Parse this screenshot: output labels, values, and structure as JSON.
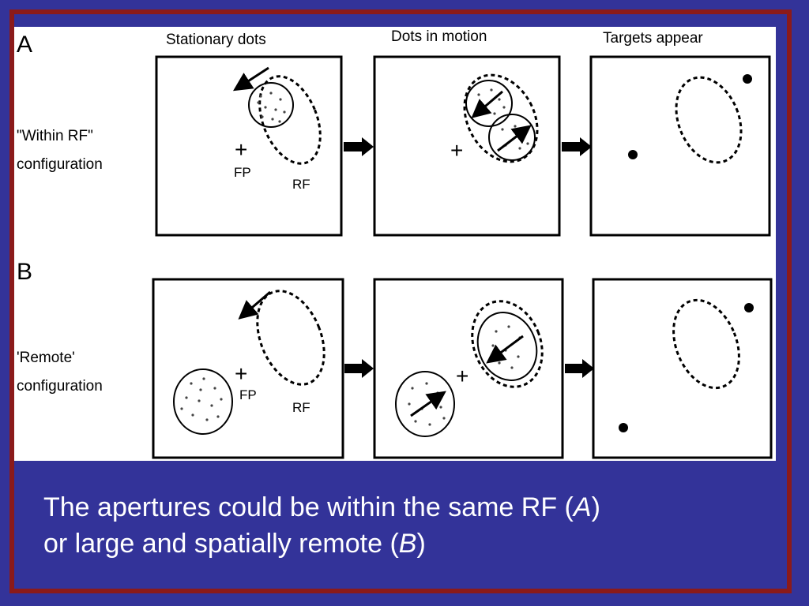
{
  "colors": {
    "background": "#333399",
    "border": "#8b1a1a",
    "figure_bg": "#ffffff",
    "ink": "#000000",
    "caption_text": "#ffffff"
  },
  "figure": {
    "headers": [
      "Stationary dots",
      "Dots in motion",
      "Targets appear"
    ],
    "panel_a": {
      "letter": "A",
      "row_label_line1": "\"Within RF\"",
      "row_label_line2": "configuration",
      "fp_label": "FP",
      "rf_label": "RF"
    },
    "panel_b": {
      "letter": "B",
      "row_label_line1": "'Remote'",
      "row_label_line2": "configuration",
      "fp_label": "FP",
      "rf_label": "RF"
    }
  },
  "caption": {
    "line1_pre": "The apertures could be within the same RF (",
    "line1_em": "A",
    "line1_post": ")",
    "line2_pre": "or large and spatially remote (",
    "line2_em": "B",
    "line2_post": ")"
  }
}
